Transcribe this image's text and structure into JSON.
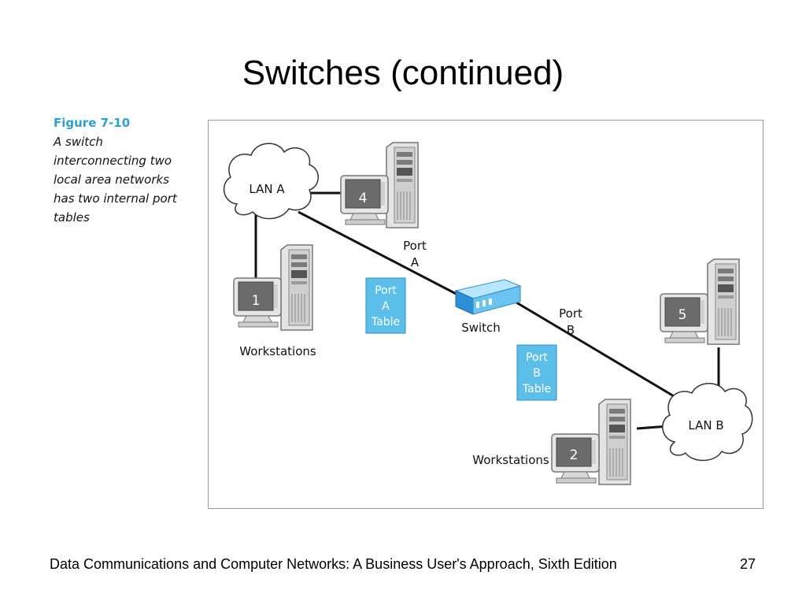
{
  "slide": {
    "title": "Switches (continued)",
    "footer": "Data Communications and Computer Networks: A Business User's Approach, Sixth Edition",
    "page_number": "27"
  },
  "figure": {
    "label": "Figure 7-10",
    "caption_lines": [
      "A switch",
      "interconnecting two",
      "local area networks",
      "has two internal port",
      "tables"
    ],
    "label_color": "#2a9fd8"
  },
  "diagram": {
    "lan_a": "LAN A",
    "lan_b": "LAN B",
    "switch": "Switch",
    "port_a": [
      "Port",
      "A"
    ],
    "port_b": [
      "Port",
      "B"
    ],
    "port_a_table": [
      "Port",
      "A",
      "Table"
    ],
    "port_b_table": [
      "Port",
      "B",
      "Table"
    ],
    "workstations_left": "Workstations",
    "workstations_right": "Workstations",
    "station_numbers": [
      "1",
      "2",
      "4",
      "5"
    ],
    "table_color": "#5bbfea"
  }
}
